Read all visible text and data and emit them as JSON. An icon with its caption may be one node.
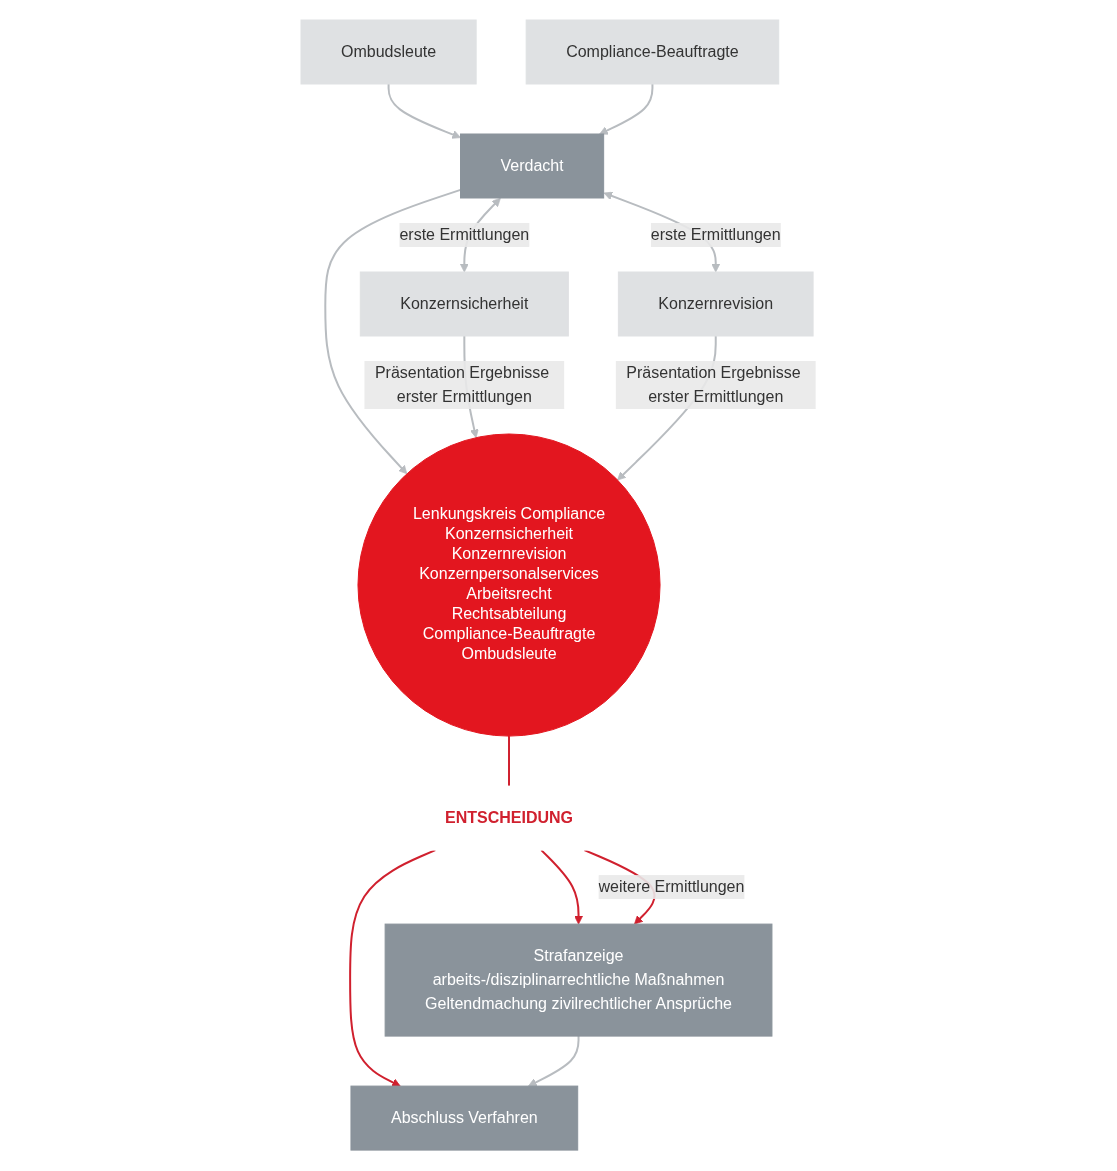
{
  "diagram": {
    "nodes": [
      {
        "text": [
          "Ombudsleute"
        ]
      },
      {
        "text": [
          "Compliance-Beauftragte"
        ]
      },
      {
        "text": [
          "Konzernsicherheit"
        ]
      },
      {
        "text": [
          "Verdacht"
        ]
      },
      {
        "text": [
          "Konzernrevision"
        ]
      },
      {
        "text": [
          "Lenkungskreis Compliance",
          "Konzernsicherheit",
          "Konzernrevision",
          "Konzernpersonalservices",
          "Arbeitsrecht",
          "Rechtsabteilung",
          "Compliance-Beauftragte",
          "Ombudsleute"
        ]
      },
      {
        "text": [
          "ENTSCHEIDUNG"
        ]
      },
      {
        "text": [
          "Strafanzeige",
          "arbeits-/disziplinarrechtliche Maßnahmen",
          "Geltendmachung zivilrechtlicher Ansprüche"
        ]
      },
      {
        "text": [
          "Abschluss Verfahren"
        ]
      }
    ],
    "edges": [
      {
        "from": 0,
        "to": 3,
        "arrow": "to"
      },
      {
        "from": 1,
        "to": 3,
        "arrow": "to"
      },
      {
        "from": 3,
        "to": 2,
        "arrow": "both",
        "label": "erste Ermittlungen"
      },
      {
        "from": 3,
        "to": 4,
        "arrow": "both",
        "label": "erste Ermittlungen"
      },
      {
        "from": 3,
        "to": 5,
        "arrow": "to"
      },
      {
        "from": 2,
        "to": 5,
        "arrow": "to",
        "label": "Präsentation Ergebnisse erster Ermittlungen"
      },
      {
        "from": 4,
        "to": 5,
        "arrow": "to",
        "label": "Präsentation Ergebnisse erster Ermittlungen"
      },
      {
        "from": 5,
        "to": 6,
        "arrow": "none",
        "color": "#d0202e"
      },
      {
        "from": 6,
        "to": 7,
        "arrow": "to",
        "color": "#d0202e"
      },
      {
        "from": 6,
        "to": 8,
        "arrow": "to",
        "color": "#d0202e"
      },
      {
        "from": 6,
        "to": 7,
        "arrow": "to",
        "color": "#d0202e",
        "label": "weitere Ermittlungen"
      },
      {
        "from": 7,
        "to": 8,
        "arrow": "to"
      }
    ]
  }
}
